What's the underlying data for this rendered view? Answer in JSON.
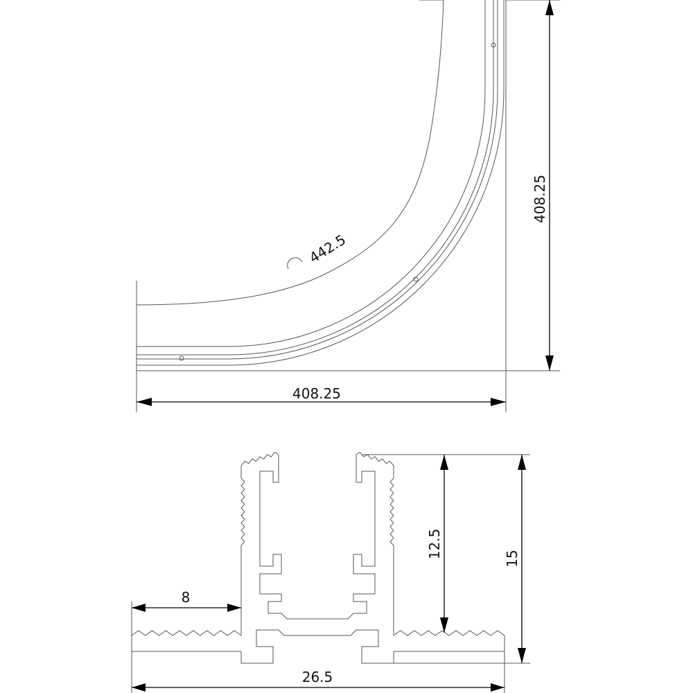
{
  "top_view": {
    "width_label": "408.25",
    "height_label": "408.25",
    "radius_label": "442.5"
  },
  "profile": {
    "flange_width_label": "8",
    "total_width_label": "26.5",
    "channel_height_label": "12.5",
    "total_height_label": "15"
  },
  "colors": {
    "line": "#555555",
    "dimension": "#000000",
    "background": "#ffffff"
  }
}
